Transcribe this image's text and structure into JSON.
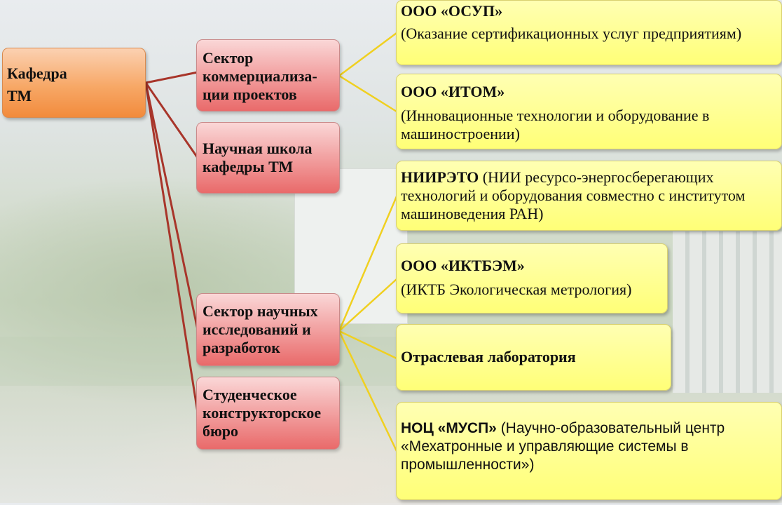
{
  "root": {
    "line1": "Кафедра",
    "line2": "ТМ"
  },
  "sectors": [
    {
      "text": "Сектор коммерциализа-ции проектов"
    },
    {
      "text": "Научная школа кафедры ТМ"
    },
    {
      "text": "Сектор научных исследований и разработок"
    },
    {
      "text": "Студенческое конструкторское бюро"
    }
  ],
  "orgs": [
    {
      "title": "ООО «ОСУП»",
      "desc": " (Оказание сертификационных услуг предприятиям)"
    },
    {
      "title": "ООО «ИТОМ»",
      "desc": " (Инновационные технологии и оборудование в машиностроении)"
    },
    {
      "title": "НИИРЭТО",
      "desc": " (НИИ ресурсо-энергосберегающих технологий и оборудования совместно с институтом машиноведения РАН)"
    },
    {
      "title": "ООО «ИКТБЭМ»",
      "desc": "(ИКТБ Экологическая метрология)"
    },
    {
      "title": "Отраслевая лаборатория",
      "desc": ""
    },
    {
      "title": "НОЦ «МУСП»",
      "desc": " (Научно-образовательный центр «Мехатронные и управляющие системы в промышленности»)"
    }
  ],
  "colors": {
    "root_fill": "#f7a867",
    "sector_fill": "#f19b9b",
    "org_fill": "#ffff80",
    "root_links": "#a8352a",
    "org_links": "#f0d020"
  }
}
